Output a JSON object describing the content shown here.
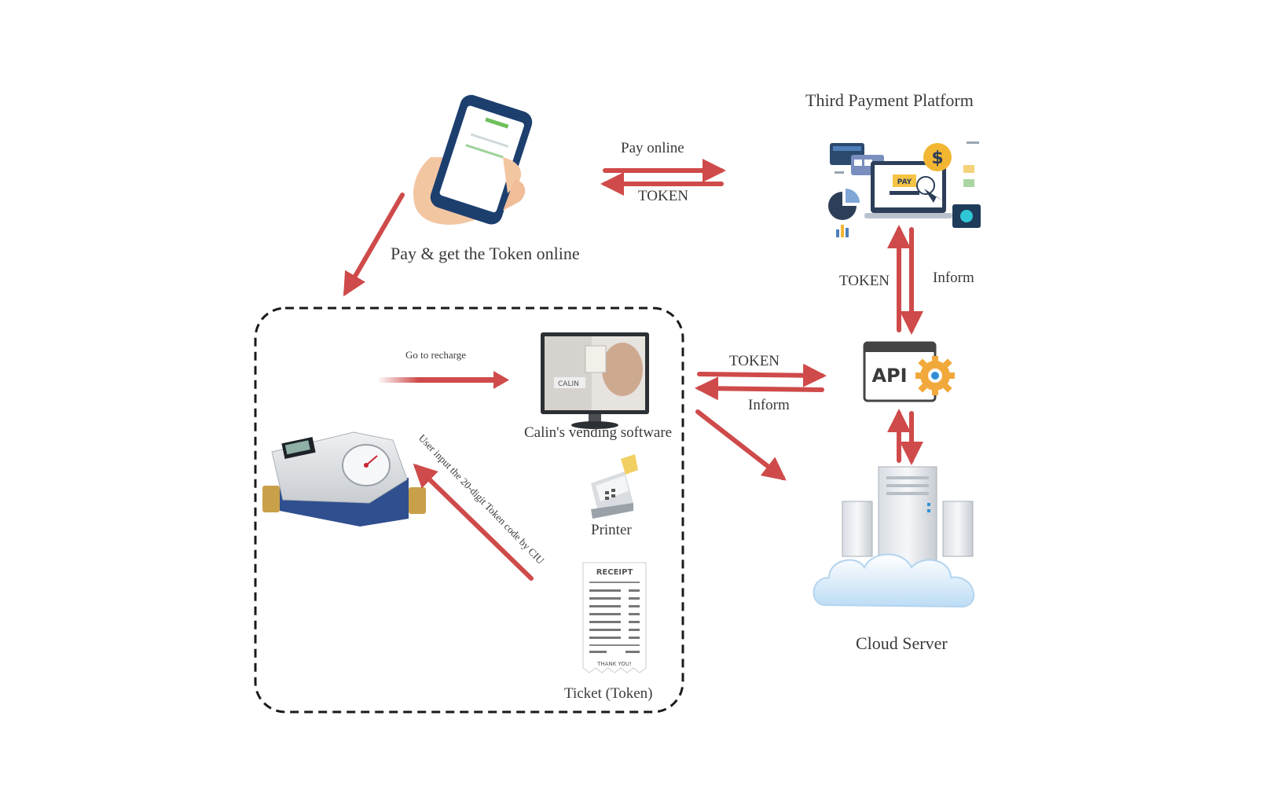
{
  "labels": {
    "pay_and_get_token": "Pay & get the Token online",
    "pay_online": "Pay online",
    "token_phone_return": "TOKEN",
    "third_payment_platform": "Third Payment Platform",
    "token_platform_api": "TOKEN",
    "inform_api_platform": "Inform",
    "go_to_recharge": "Go to recharge",
    "vending_software": "Calin's vending software",
    "token_api_software": "TOKEN",
    "inform_software_api": "Inform",
    "printer": "Printer",
    "ticket": "Ticket (Token)",
    "cloud_server": "Cloud Server",
    "user_input": "User input the 20-digit Token code by CIU",
    "api_text": "API",
    "receipt_title": "RECEIPT",
    "receipt_footer": "THANK YOU!",
    "pay_badge": "PAY",
    "calin_brand": "CALIN"
  },
  "colors": {
    "arrow": "#cf4a4a",
    "phone_body": "#1c3f6e",
    "cloud": "#cfe6f8",
    "dashed_border": "#1a1a1a"
  }
}
